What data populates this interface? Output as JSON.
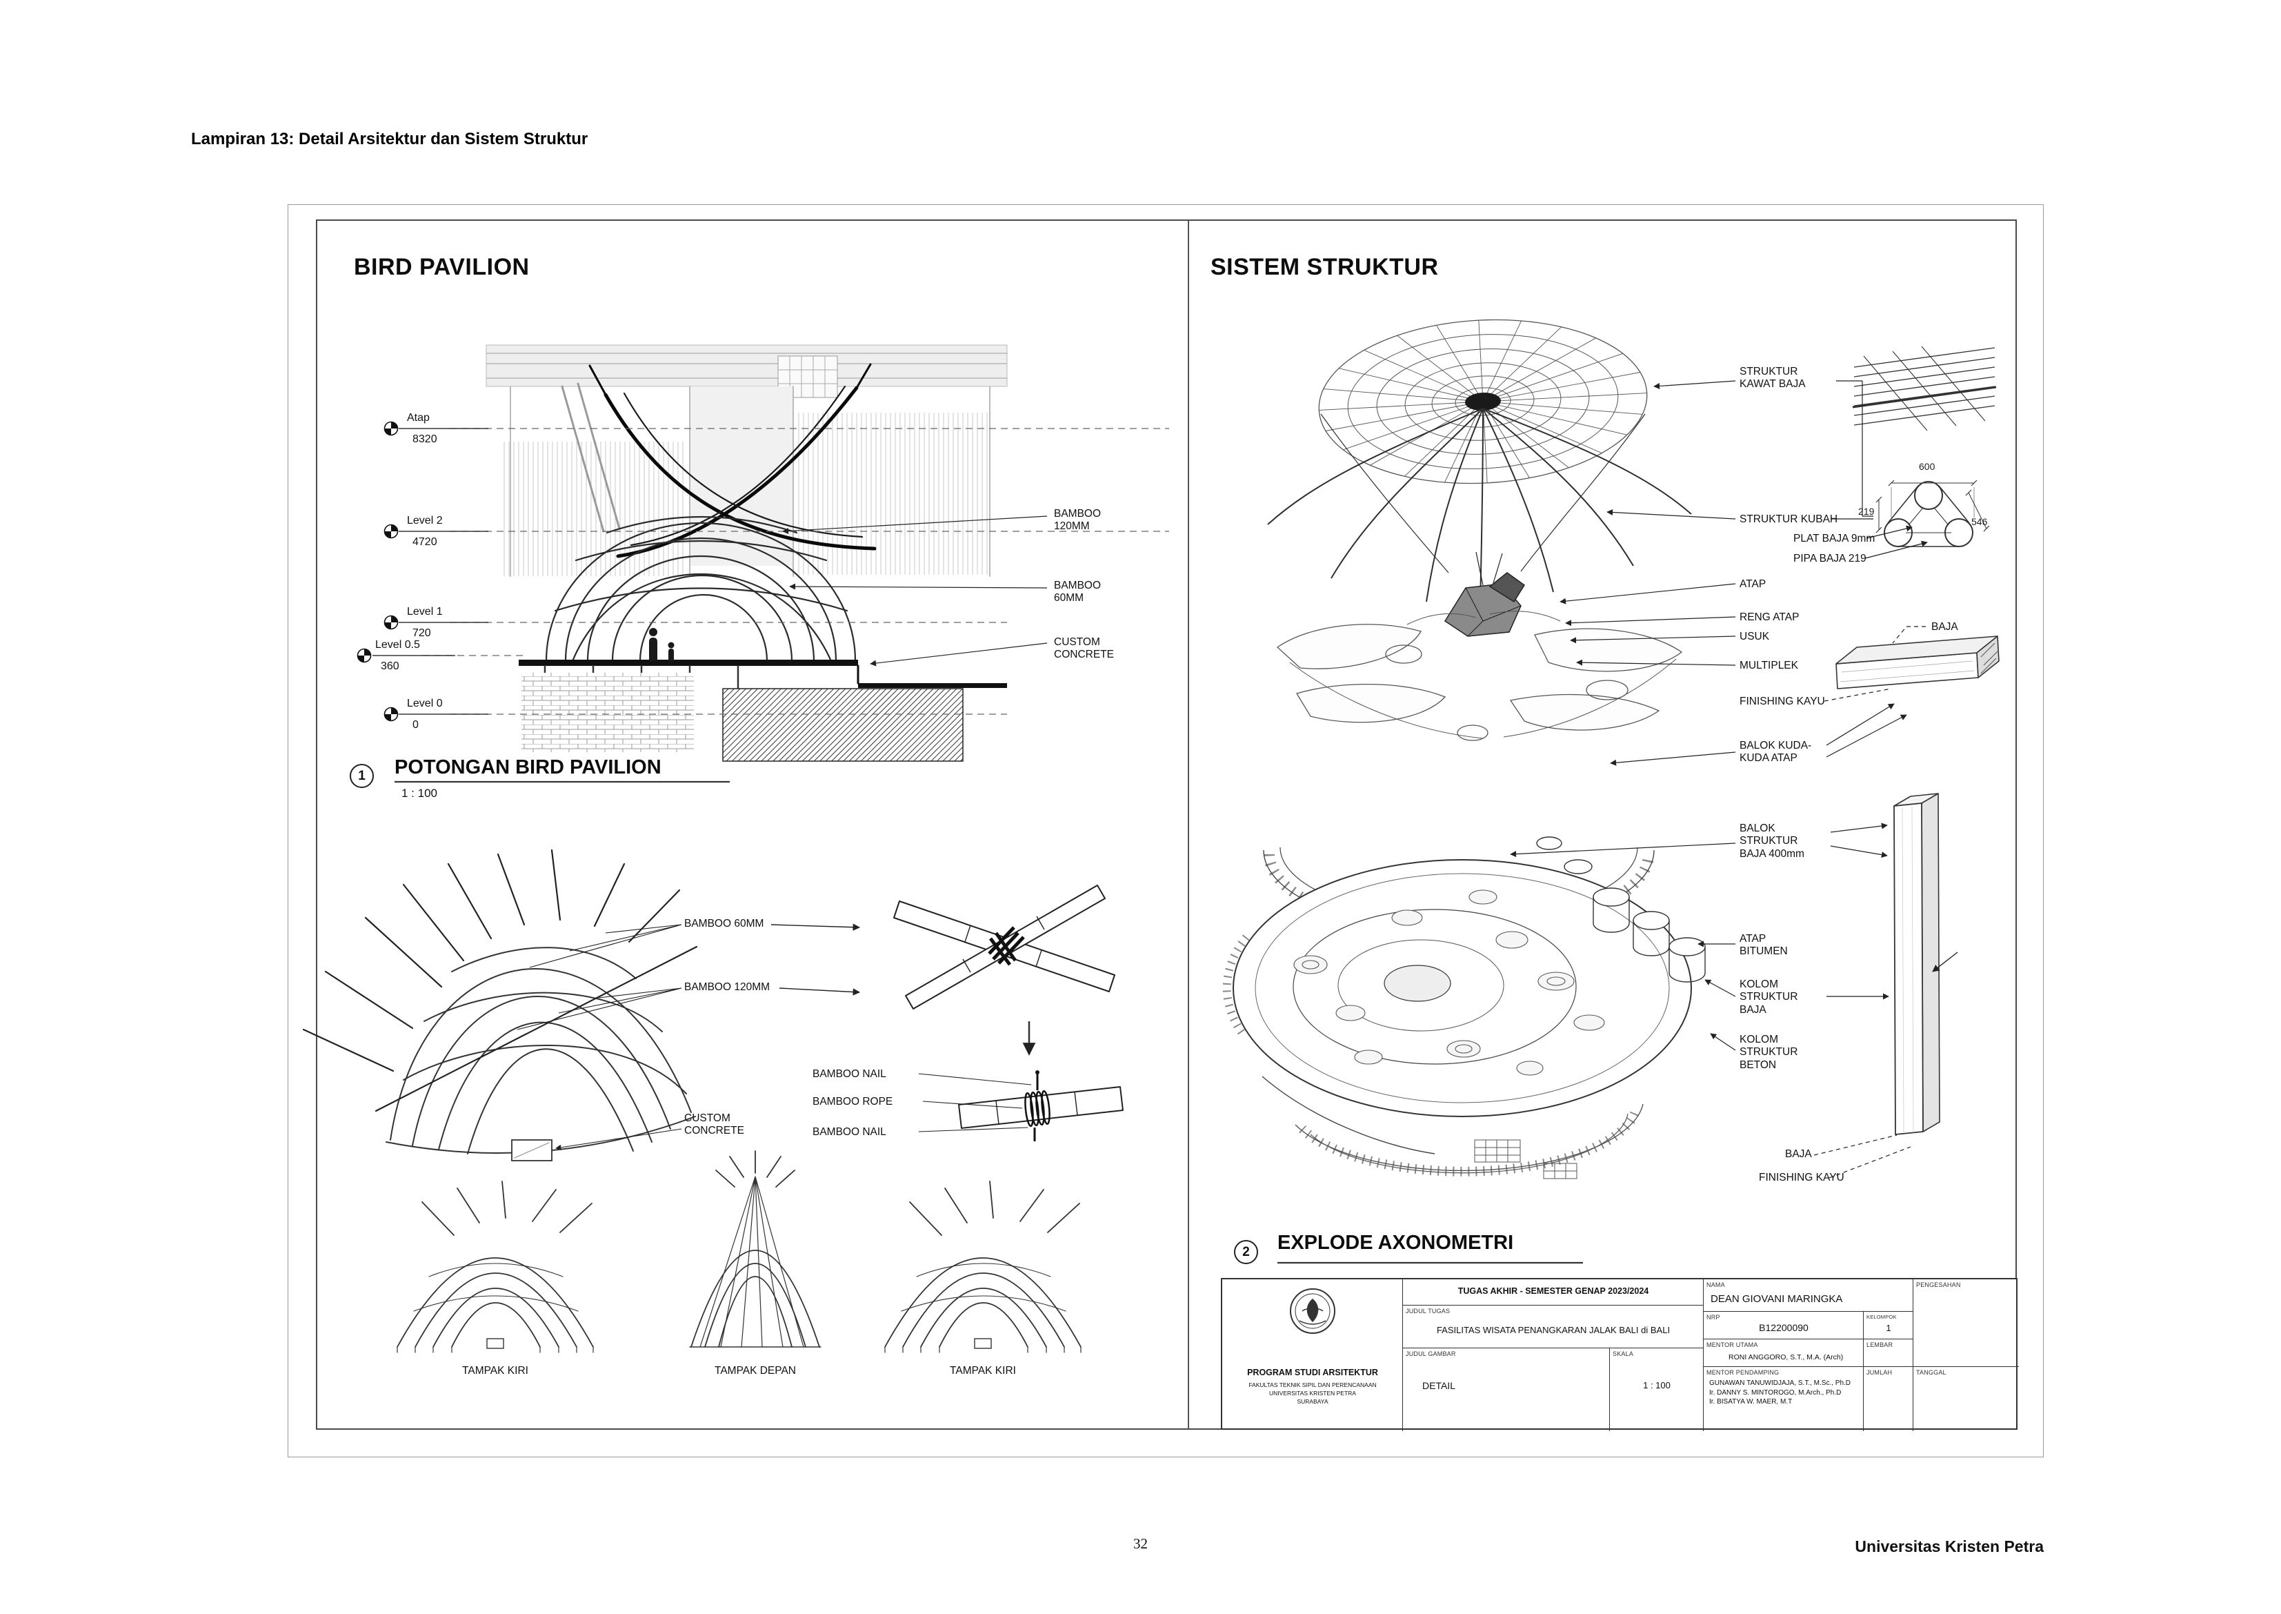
{
  "page": {
    "header": "Lampiran 13:  Detail Arsitektur dan Sistem Struktur",
    "page_number": "32",
    "footer_right": "Universitas Kristen Petra"
  },
  "bird": {
    "title": "BIRD PAVILION",
    "levels": [
      {
        "name": "Atap",
        "value": "8320"
      },
      {
        "name": "Level 2",
        "value": "4720"
      },
      {
        "name": "Level 1",
        "value": "720"
      },
      {
        "name": "Level 0.5",
        "value": "360"
      },
      {
        "name": "Level 0",
        "value": "0"
      }
    ],
    "section_labels": [
      "BAMBOO\n120MM",
      "BAMBOO\n60MM",
      "CUSTOM\nCONCRETE"
    ],
    "section_number": "1",
    "section_title": "POTONGAN BIRD PAVILION",
    "section_scale": "1 : 100",
    "dome_labels": [
      "BAMBOO 60MM",
      "BAMBOO 120MM",
      "CUSTOM\nCONCRETE"
    ],
    "joint_labels": [
      "BAMBOO NAIL",
      "BAMBOO ROPE",
      "BAMBOO NAIL"
    ],
    "elevation_labels": [
      "TAMPAK KIRI",
      "TAMPAK DEPAN",
      "TAMPAK KIRI"
    ]
  },
  "struktur": {
    "title": "SISTEM STRUKTUR",
    "labels": [
      "STRUKTUR\nKAWAT BAJA",
      "STRUKTUR KUBAH",
      "PLAT BAJA 9mm",
      "PIPA BAJA 219",
      "ATAP",
      "RENG ATAP",
      "USUK",
      "MULTIPLEK",
      "FINISHING KAYU",
      "BALOK KUDA-\nKUDA ATAP",
      "BALOK\nSTRUKTUR\nBAJA 400mm",
      "ATAP\nBITUMEN",
      "KOLOM\nSTRUKTUR\nBAJA",
      "KOLOM\nSTRUKTUR\nBETON",
      "BAJA",
      "BAJA",
      "FINISHING KAYU"
    ],
    "dims": [
      "600",
      "219",
      "546"
    ],
    "axo_number": "2",
    "axo_title": "EXPLODE AXONOMETRI"
  },
  "titleblock": {
    "header": "TUGAS AKHIR - SEMESTER GENAP 2023/2024",
    "judul_tugas_label": "JUDUL TUGAS",
    "judul_tugas": "FASILITAS WISATA  PENANGKARAN JALAK BALI di BALI",
    "judul_gambar_label": "JUDUL GAMBAR",
    "judul_gambar": "DETAIL",
    "skala_label": "SKALA",
    "skala": "1 : 100",
    "nama_label": "NAMA",
    "nama": "DEAN GIOVANI MARINGKA",
    "nrp_label": "NRP",
    "nrp": "B12200090",
    "kelompok_label": "KELOMPOK",
    "kelompok": "1",
    "mentor_utama_label": "MENTOR UTAMA",
    "mentor_utama": "RONI ANGGORO, S.T., M.A. (Arch)",
    "mentor_pendamping_label": "MENTOR PENDAMPING",
    "mentor_pendamping": "GUNAWAN TANUWIDJAJA, S.T., M.Sc., Ph.D\nIr. DANNY S. MINTOROGO, M.Arch., Ph.D\nIr. BISATYA W. MAER, M.T",
    "lembar_label": "LEMBAR",
    "jumlah_label": "JUMLAH",
    "tanggal_label": "TANGGAL",
    "pengesahan_label": "PENGESAHAN",
    "program": "PROGRAM STUDI ARSITEKTUR",
    "fakultas": "FAKULTAS TEKNIK SIPIL DAN PERENCANAAN",
    "universitas": "UNIVERSITAS KRISTEN PETRA",
    "kota": "SURABAYA"
  }
}
